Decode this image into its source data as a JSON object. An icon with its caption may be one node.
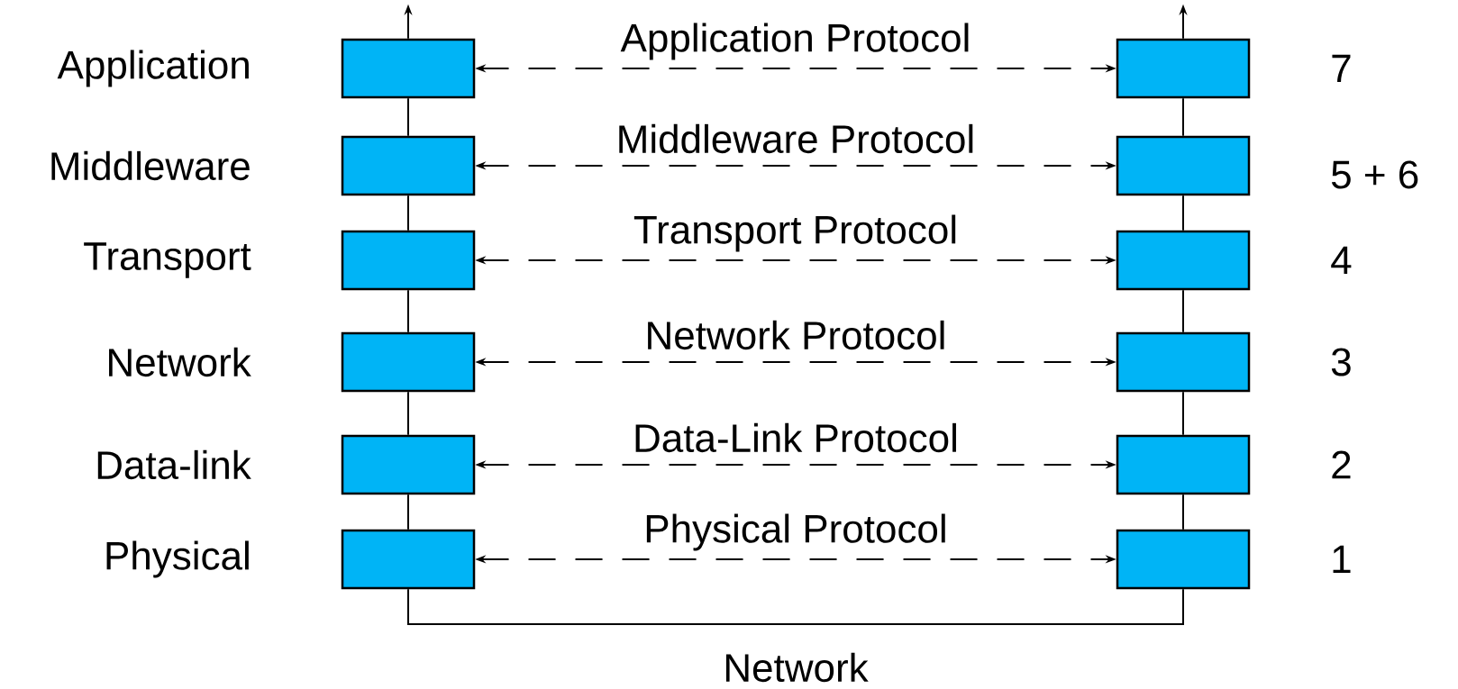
{
  "diagram": {
    "nodes": [
      {
        "text": [],
        "shape": "box"
      },
      {
        "text": [],
        "shape": "box"
      },
      {
        "text": [],
        "shape": "box"
      },
      {
        "text": [],
        "shape": "box"
      },
      {
        "text": [],
        "shape": "box"
      },
      {
        "text": [],
        "shape": "box"
      },
      {
        "text": [],
        "shape": "box"
      },
      {
        "text": [],
        "shape": "box"
      },
      {
        "text": [],
        "shape": "box"
      },
      {
        "text": [],
        "shape": "box"
      },
      {
        "text": [],
        "shape": "box"
      },
      {
        "text": [],
        "shape": "box"
      }
    ],
    "edges": [
      {
        "from": 0,
        "to": 1,
        "arrow": "both",
        "style": "dashed",
        "label": "Application Protocol"
      },
      {
        "from": 2,
        "to": 3,
        "arrow": "both",
        "style": "dashed",
        "label": "Middleware Protocol"
      },
      {
        "from": 4,
        "to": 5,
        "arrow": "both",
        "style": "dashed",
        "label": "Transport Protocol"
      },
      {
        "from": 6,
        "to": 7,
        "arrow": "both",
        "style": "dashed",
        "label": "Network Protocol"
      },
      {
        "from": 8,
        "to": 9,
        "arrow": "both",
        "style": "dashed",
        "label": "Data-Link Protocol"
      },
      {
        "from": 10,
        "to": 11,
        "arrow": "both",
        "style": "dashed",
        "label": "Physical Protocol"
      },
      {
        "from": 0,
        "to": null,
        "arrow": "to"
      },
      {
        "from": 1,
        "to": null,
        "arrow": "to"
      },
      {
        "from": 0,
        "to": 2,
        "arrow": "none"
      },
      {
        "from": 2,
        "to": 4,
        "arrow": "none"
      },
      {
        "from": 4,
        "to": 6,
        "arrow": "none"
      },
      {
        "from": 6,
        "to": 8,
        "arrow": "none"
      },
      {
        "from": 8,
        "to": 10,
        "arrow": "none"
      },
      {
        "from": 1,
        "to": 3,
        "arrow": "none"
      },
      {
        "from": 3,
        "to": 5,
        "arrow": "none"
      },
      {
        "from": 5,
        "to": 7,
        "arrow": "none"
      },
      {
        "from": 7,
        "to": 9,
        "arrow": "none"
      },
      {
        "from": 9,
        "to": 11,
        "arrow": "none"
      },
      {
        "from": 10,
        "to": 11,
        "arrow": "none",
        "label": "Network"
      }
    ],
    "labels": [
      "Application",
      "7",
      "Middleware",
      "5 + 6",
      "Transport",
      "4",
      "Network",
      "3",
      "Data-link",
      "2",
      "Physical",
      "1"
    ]
  }
}
